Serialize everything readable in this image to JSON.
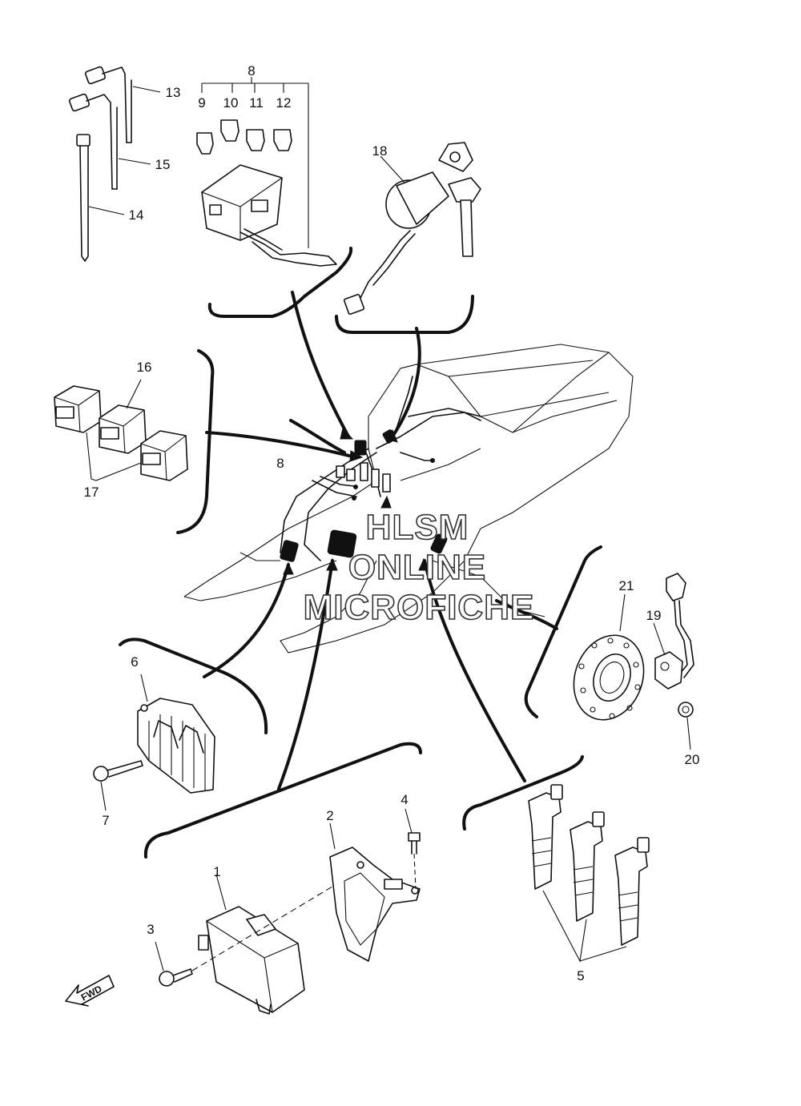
{
  "labels": {
    "p1": "1",
    "p2": "2",
    "p3": "3",
    "p4": "4",
    "p5": "5",
    "p6": "6",
    "p7": "7",
    "p8a": "8",
    "p8b": "8",
    "p9": "9",
    "p10": "10",
    "p11": "11",
    "p12": "12",
    "p13": "13",
    "p14": "14",
    "p15": "15",
    "p16": "16",
    "p17": "17",
    "p18": "18",
    "p19": "19",
    "p20": "20",
    "p21": "21"
  },
  "watermark": {
    "line1": "HLSM",
    "line2": "ONLINE",
    "line3": "MICROFICHE"
  },
  "direction_badge": "FWD"
}
